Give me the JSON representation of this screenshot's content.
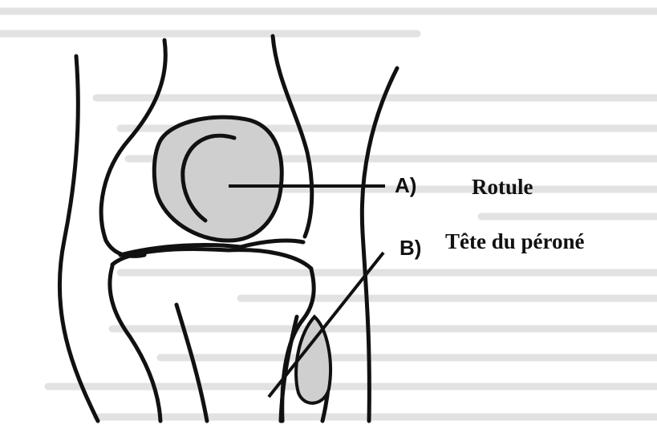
{
  "diagram": {
    "labels": [
      {
        "letter": "A)",
        "text": "Rotule"
      },
      {
        "letter": "B)",
        "text": "Tête du péroné"
      }
    ],
    "colors": {
      "ink": "#111111",
      "shading": "#cfcfcf",
      "background_text": "#d9d9d9"
    }
  }
}
